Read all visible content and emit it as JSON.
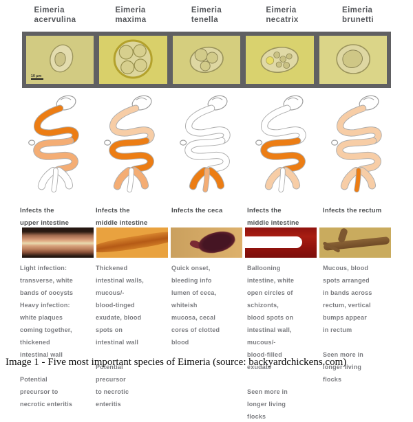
{
  "caption": "Image 1 - Five most important species of Eimeria (source: backyardchickens.com)",
  "micrographs": {
    "scale_bar_label": "10 μm"
  },
  "colors": {
    "strip_gray": "#606062",
    "accent_orange": "#ec7d14",
    "medium_orange": "#f4ad74",
    "light_orange": "#f7cda6",
    "name_text_gray": "#54565a",
    "label_text_gray": "#4c4e50",
    "desc_text_gray": "#7b7c80"
  },
  "species": [
    {
      "name": "Eimeria\nacervulina",
      "infection_site": "Infects the\nupper intestine",
      "description": "Light infection:\ntransverse, white\nbands of oocysts\nHeavy infection:\nwhite plaques\ncoming together,\nthickened\nintestinal wall\n\nPotential\nprecursor to\nnecrotic enteritis",
      "diagram": {
        "upper": "#ec7d14",
        "middle": "#f4ad74",
        "ceca": "#ffffff",
        "rectum": "#ffffff"
      }
    },
    {
      "name": "Eimeria\nmaxima",
      "infection_site": "Infects the\nmiddle intestine",
      "description": "Thickened\nintestinal walls,\nmucous/-\nblood-tinged\nexudate, blood\nspots on\nintestinal wall\n\nPotential\nprecursor\nto necrotic\nenteritis",
      "diagram": {
        "upper": "#f7cda6",
        "middle": "#ec7d14",
        "ceca": "#f4ad74",
        "rectum": "#ffffff"
      }
    },
    {
      "name": "Eimeria\ntenella",
      "infection_site": "Infects the ceca",
      "description": "Quick onset,\nbleeding info\nlumen of ceca,\nwhiteish\nmucosa, cecal\ncores of clotted\nblood",
      "diagram": {
        "upper": "#ffffff",
        "middle": "#ffffff",
        "ceca": "#ec7d14",
        "rectum": "#f4ad74"
      }
    },
    {
      "name": "Eimeria\nnecatrix",
      "infection_site": "Infects the\nmiddle intestine",
      "description": "Ballooning\nintestine, white\nopen circles of\nschizonts,\nblood spots on\nintestinal wall,\nmucous/-\nblood-filled\nexudate\n\nSeen more in\nlonger living\nflocks",
      "diagram": {
        "upper": "#ffffff",
        "middle": "#ec7d14",
        "ceca": "#f7cda6",
        "rectum": "#ffffff"
      }
    },
    {
      "name": "Eimeria\nbrunetti",
      "infection_site": "Infects the rectum",
      "description": "Mucous, blood\nspots arranged\nin bands across\nrectum, vertical\nbumps appear\nin rectum\n\nSeen more in\nlonger living\nflocks",
      "diagram": {
        "upper": "#f7cda6",
        "middle": "#f7cda6",
        "ceca": "#f7cda6",
        "rectum": "#ec7d14"
      }
    }
  ]
}
